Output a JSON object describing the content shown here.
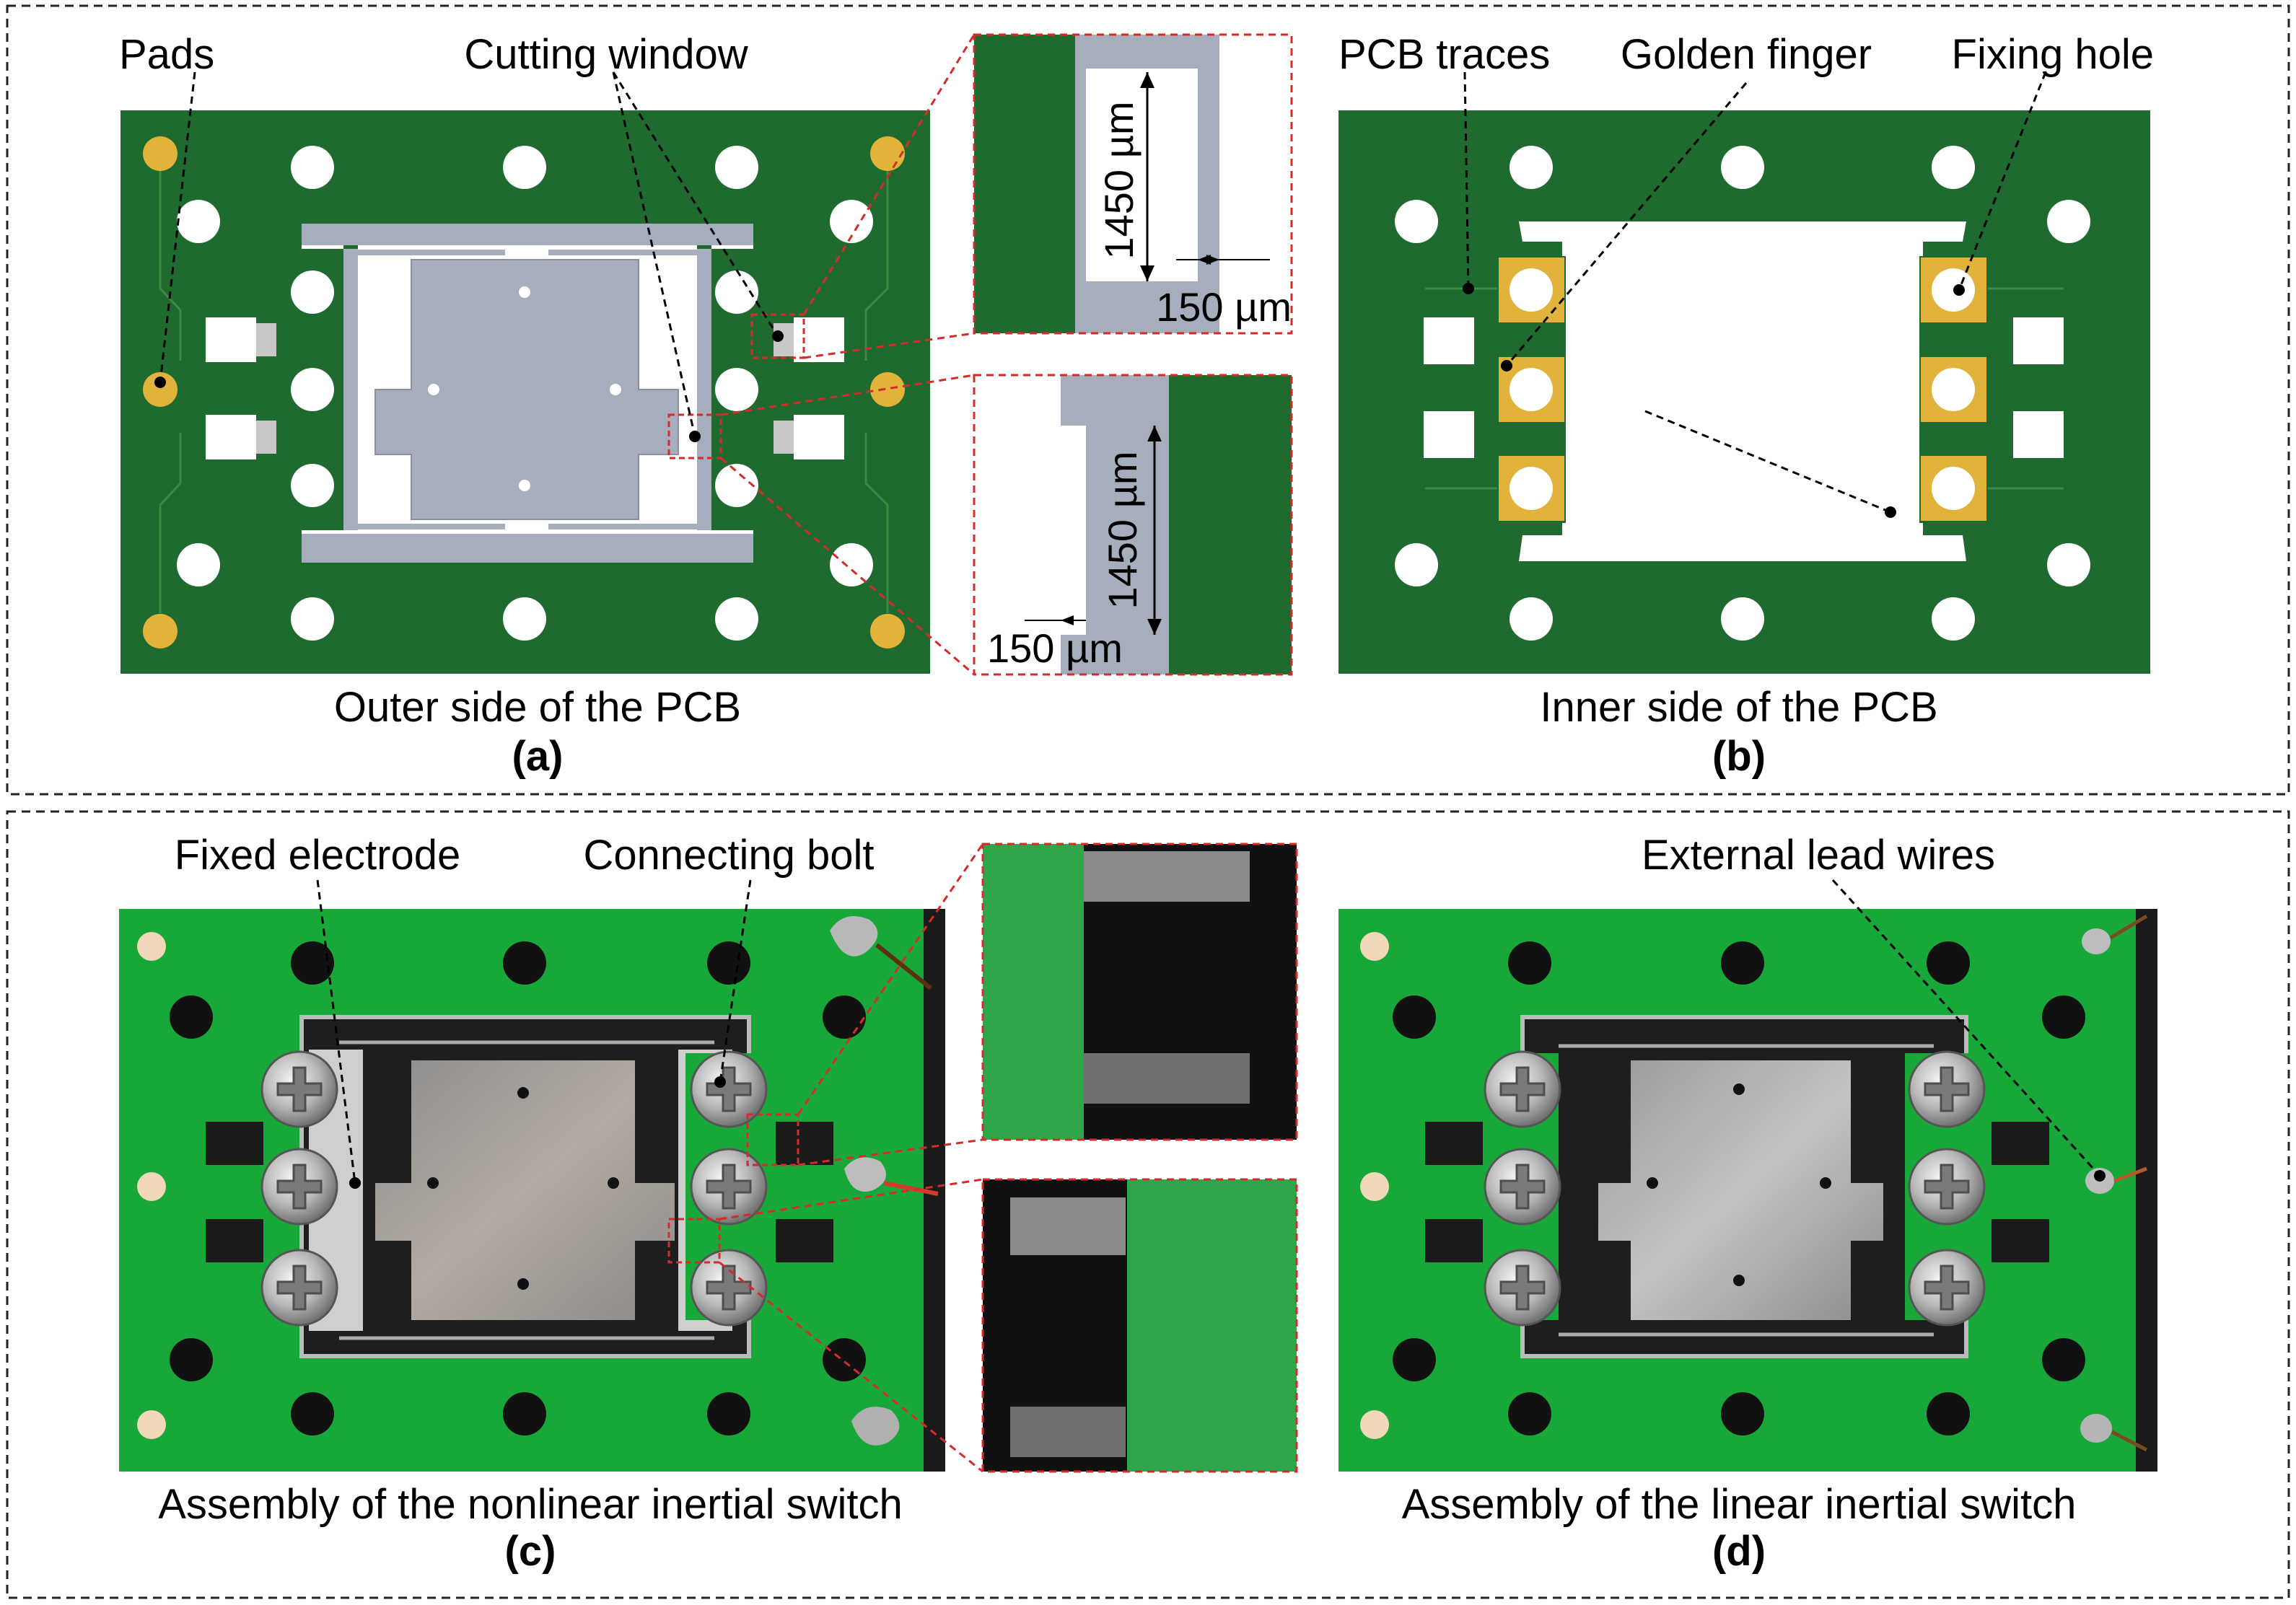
{
  "panel_a": {
    "caption": "Outer side of the PCB",
    "letter": "(a)",
    "callouts": {
      "pads": "Pads",
      "cutting_window": "Cutting window"
    },
    "zoom_top": {
      "height_label": "1450 µm",
      "width_label": "150 µm"
    },
    "zoom_bottom": {
      "height_label": "1450 µm",
      "width_label": "150 µm"
    }
  },
  "panel_b": {
    "caption": "Inner side of the PCB",
    "letter": "(b)",
    "callouts": {
      "pcb_traces": "PCB traces",
      "golden_finger": "Golden finger",
      "fixing_hole": "Fixing hole"
    }
  },
  "panel_c": {
    "caption": "Assembly of the nonlinear inertial switch",
    "letter": "(c)",
    "callouts": {
      "fixed_electrode": "Fixed electrode",
      "connecting_bolt": "Connecting bolt"
    }
  },
  "panel_d": {
    "caption": "Assembly of the linear inertial switch",
    "letter": "(d)",
    "callouts": {
      "external_lead_wires": "External lead wires"
    }
  },
  "colors": {
    "pcb_dark": "#1f6b2f",
    "pcb_bright": "#18a83a",
    "gold": "#e2b33a",
    "steel": "#a6adbd",
    "zoom_border": "#d62b2b"
  }
}
